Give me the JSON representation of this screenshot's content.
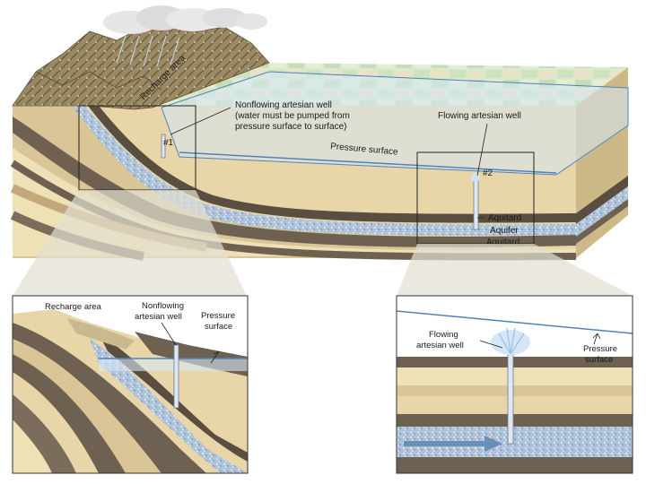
{
  "main": {
    "recharge_area": "Recharge area",
    "nonflowing_line1": "Nonflowing artesian well",
    "nonflowing_line2": "(water must be pumped from",
    "nonflowing_line3": "pressure surface to surface)",
    "flowing_well": "Flowing artesian well",
    "pressure_surface": "Pressure surface",
    "well1": "#1",
    "well2": "#2",
    "aquitard_top": "Aquitard",
    "aquifer": "Aquifer",
    "aquitard_bottom": "Aquitard"
  },
  "left_inset": {
    "recharge_area": "Recharge area",
    "nonflowing_line1": "Nonflowing",
    "nonflowing_line2": "artesian well",
    "pressure_line1": "Pressure",
    "pressure_line2": "surface"
  },
  "right_inset": {
    "flowing_line1": "Flowing",
    "flowing_line2": "artesian well",
    "pressure_line1": "Pressure",
    "pressure_line2": "surface"
  },
  "colors": {
    "aquifer": "#a9c0d8",
    "shale": "#6e6152",
    "sandstone": "#e8d6a8",
    "pressure_surface": "#4f83b8",
    "mountain": "#8c7a55",
    "water": "#d6e8f5"
  }
}
